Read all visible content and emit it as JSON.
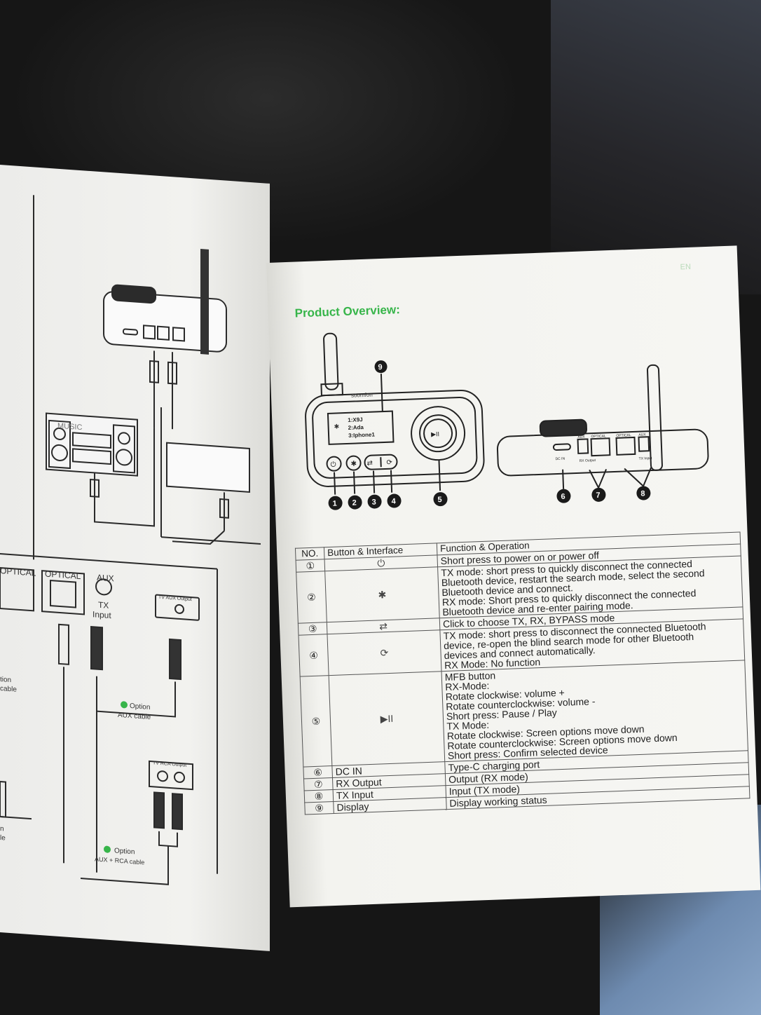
{
  "left_page": {
    "music_label": "MUSIC",
    "port_optical_1": "OPTICAL",
    "port_optical_2": "OPTICAL",
    "port_aux": "AUX",
    "port_tx_input": "TX\nInput",
    "tv_aux_output": "TV AUX Output",
    "tv_rca_output": "TV RCA Output",
    "opt1_title": "Option",
    "opt1_sub": "AUX cable",
    "opt2_title": "Option",
    "opt2_sub": "AUX + RCA cable",
    "partial_1": "tion",
    "partial_2": "cable",
    "partial_3": "n",
    "partial_4": "le"
  },
  "right_page": {
    "page_number": "EN",
    "title": "Product Overview:",
    "device": {
      "brand": "soomfon",
      "screen_lines": [
        "1:X9J",
        "2:Ada",
        "3:Iphone1"
      ],
      "play_glyph": "▶II",
      "rear_ports": [
        "DC IN",
        "AUX",
        "OPTICAL",
        "OPTICAL",
        "AUX"
      ],
      "rear_sublabels": [
        "RX\nOutput",
        "TX\nInput"
      ]
    },
    "callouts": [
      "1",
      "2",
      "3",
      "4",
      "5",
      "6",
      "7",
      "8",
      "9"
    ],
    "table": {
      "headers": [
        "NO.",
        "Button & Interface",
        "Function & Operation"
      ],
      "rows": [
        {
          "no": "①",
          "interface": "",
          "icon": "power-icon",
          "lines": [
            "Short press to power on or power off"
          ]
        },
        {
          "no": "②",
          "interface": "",
          "icon": "bluetooth-icon",
          "lines": [
            "TX mode: short press to quickly disconnect the connected",
            "Bluetooth device, restart the search mode, select the second",
            "Bluetooth device and connect.",
            "RX mode: Short press to quickly disconnect the connected",
            "Bluetooth device and re-enter pairing mode."
          ]
        },
        {
          "no": "③",
          "interface": "",
          "icon": "mode-switch-icon",
          "lines": [
            "Click to choose TX, RX, BYPASS mode"
          ]
        },
        {
          "no": "④",
          "interface": "",
          "icon": "refresh-icon",
          "lines": [
            "TX mode: short press to disconnect the connected Bluetooth",
            "device, re-open the blind search mode for other Bluetooth",
            "devices and connect automatically.",
            "RX Mode: No function"
          ]
        },
        {
          "no": "⑤",
          "interface": "",
          "icon": "play-pause-icon",
          "lines": [
            "MFB button",
            "RX-Mode:",
            "Rotate clockwise: volume +",
            "Rotate counterclockwise: volume -",
            "Short press: Pause / Play",
            "TX Mode:",
            "Rotate clockwise: Screen options move down",
            "Rotate counterclockwise: Screen options move down",
            "Short press: Confirm selected device"
          ]
        },
        {
          "no": "⑥",
          "interface": "DC IN",
          "icon": "",
          "lines": [
            "Type-C charging port"
          ]
        },
        {
          "no": "⑦",
          "interface": "RX  Output",
          "icon": "",
          "lines": [
            "Output (RX mode)"
          ]
        },
        {
          "no": "⑧",
          "interface": "TX Input",
          "icon": "",
          "lines": [
            "Input (TX mode)"
          ]
        },
        {
          "no": "⑨",
          "interface": "Display",
          "icon": "",
          "lines": [
            "Display working status"
          ]
        }
      ]
    }
  }
}
